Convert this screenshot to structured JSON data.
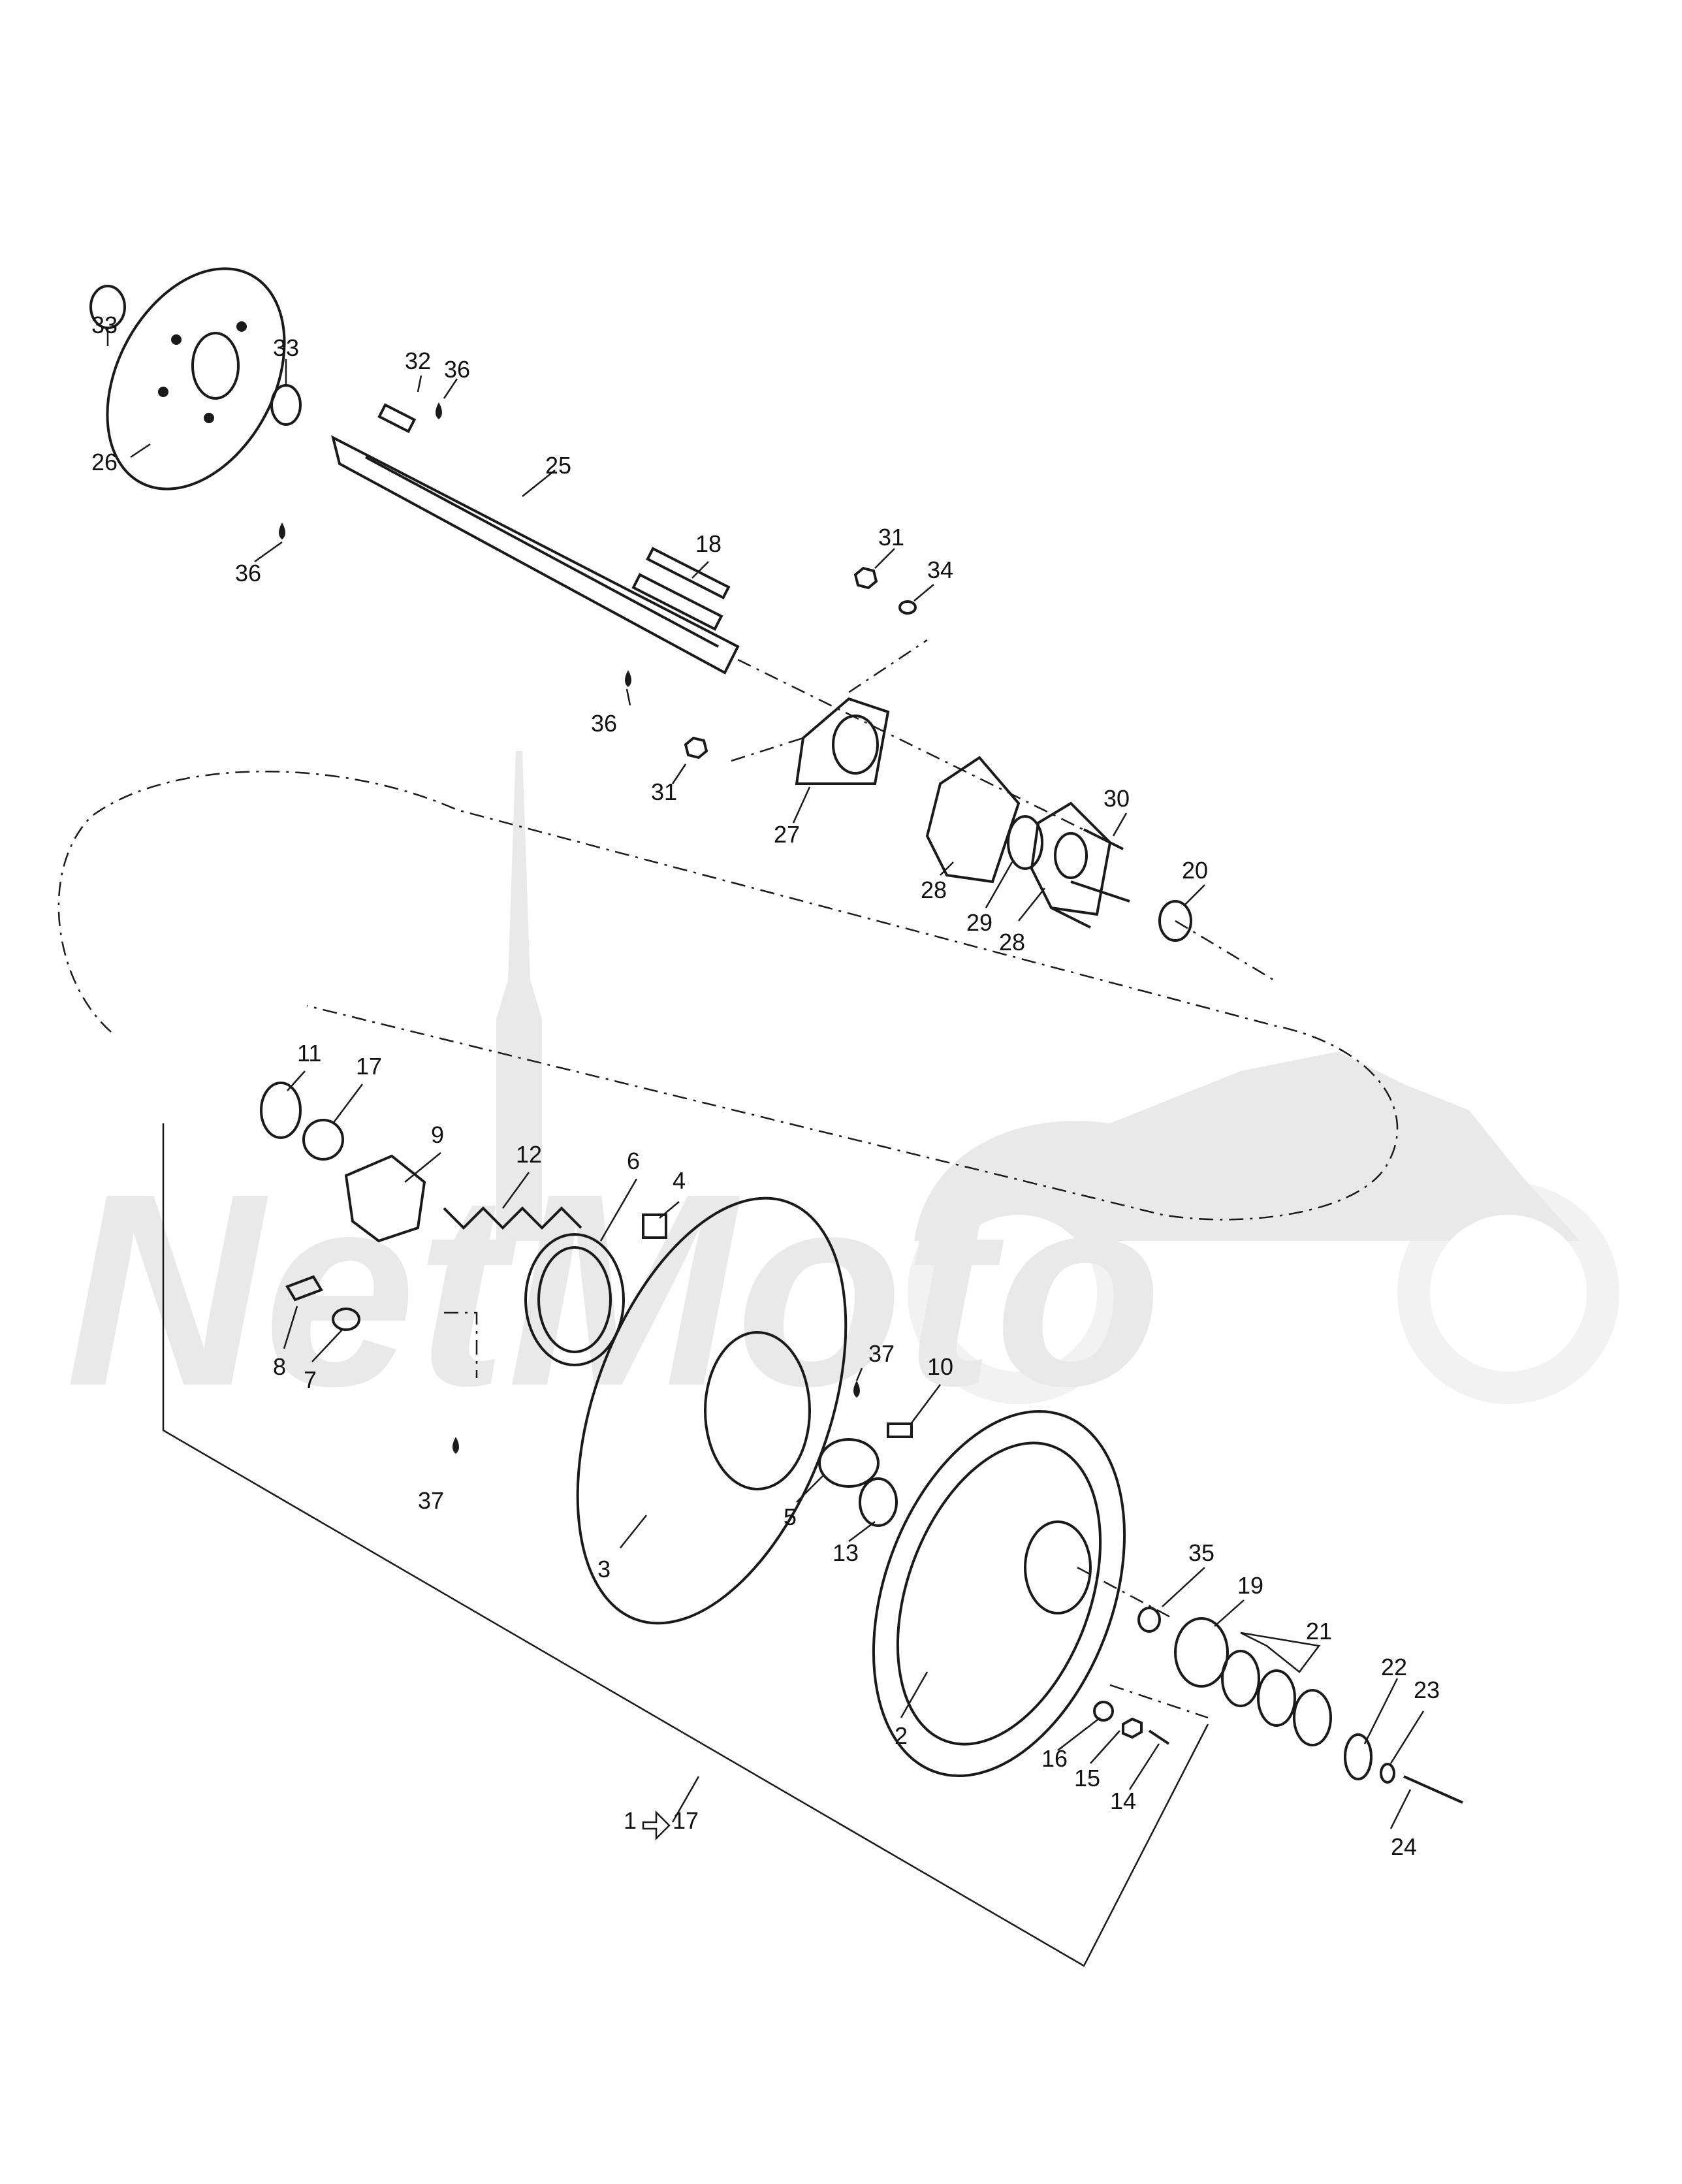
{
  "watermark": {
    "text": "NetMoto"
  },
  "parts": {
    "p1": "1",
    "p1_arrow": "17",
    "p2": "2",
    "p3": "3",
    "p4": "4",
    "p5": "5",
    "p6": "6",
    "p7": "7",
    "p8": "8",
    "p9": "9",
    "p10": "10",
    "p11": "11",
    "p12": "12",
    "p13": "13",
    "p14": "14",
    "p15": "15",
    "p16": "16",
    "p17": "17",
    "p18": "18",
    "p19": "19",
    "p20": "20",
    "p21": "21",
    "p22": "22",
    "p23": "23",
    "p24": "24",
    "p25": "25",
    "p26": "26",
    "p27": "27",
    "p28": "28",
    "p29": "29",
    "p30": "30",
    "p31": "31",
    "p32": "32",
    "p33": "33",
    "p34": "34",
    "p35": "35",
    "p36": "36",
    "p37": "37"
  }
}
